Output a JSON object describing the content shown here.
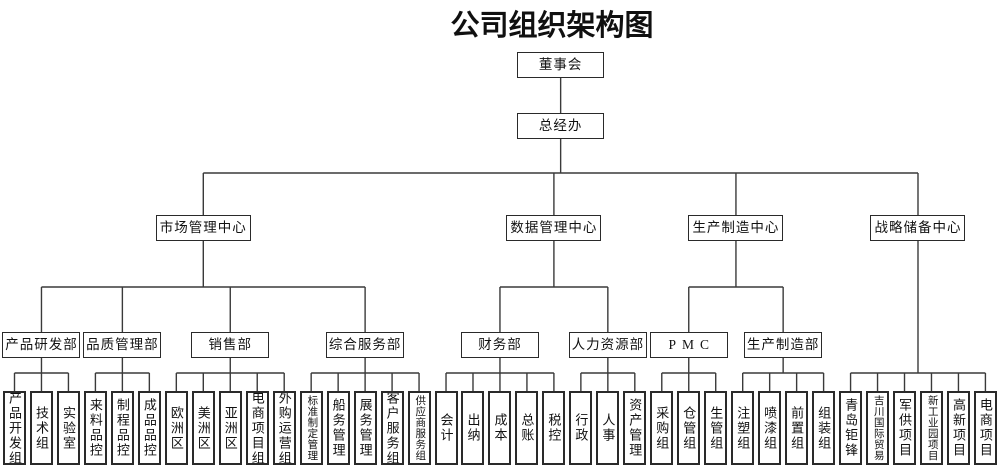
{
  "title": "公司组织架构图",
  "colors": {
    "background": "#ffffff",
    "line": "#3a3a3a",
    "box_border": "#2a2a2a",
    "text": "#111111"
  },
  "tree": {
    "label": "董事会",
    "children": [
      {
        "label": "总经办",
        "children": [
          {
            "label": "市场管理中心",
            "children": [
              {
                "label": "产品研发部",
                "children": [
                  {
                    "label": "产品开发组"
                  },
                  {
                    "label": "技术组"
                  },
                  {
                    "label": "实验室"
                  }
                ]
              },
              {
                "label": "品质管理部",
                "children": [
                  {
                    "label": "来料品控"
                  },
                  {
                    "label": "制程品控"
                  },
                  {
                    "label": "成品品控"
                  }
                ]
              },
              {
                "label": "销售部",
                "children": [
                  {
                    "label": "欧洲区"
                  },
                  {
                    "label": "美洲区"
                  },
                  {
                    "label": "亚洲区"
                  },
                  {
                    "label": "电商项目组"
                  },
                  {
                    "label": "外购运营组"
                  }
                ]
              },
              {
                "label": "综合服务部",
                "children": [
                  {
                    "label": "标准制定管理"
                  },
                  {
                    "label": "船务管理"
                  },
                  {
                    "label": "展务管理"
                  },
                  {
                    "label": "客户服务组"
                  },
                  {
                    "label": "供应商服务组"
                  }
                ]
              }
            ]
          },
          {
            "label": "数据管理中心",
            "children": [
              {
                "label": "财务部",
                "children": [
                  {
                    "label": "会计"
                  },
                  {
                    "label": "出纳"
                  },
                  {
                    "label": "成本"
                  },
                  {
                    "label": "总账"
                  },
                  {
                    "label": "税控"
                  }
                ]
              },
              {
                "label": "人力资源部",
                "children": [
                  {
                    "label": "行政"
                  },
                  {
                    "label": "人事"
                  },
                  {
                    "label": "资产管理"
                  }
                ]
              }
            ]
          },
          {
            "label": "生产制造中心",
            "children": [
              {
                "label": "PMC",
                "children": [
                  {
                    "label": "采购组"
                  },
                  {
                    "label": "仓管组"
                  },
                  {
                    "label": "生管组"
                  }
                ]
              },
              {
                "label": "生产制造部",
                "children": [
                  {
                    "label": "注塑组"
                  },
                  {
                    "label": "喷漆组"
                  },
                  {
                    "label": "前置组"
                  },
                  {
                    "label": "组装组"
                  }
                ]
              }
            ]
          },
          {
            "label": "战略储备中心",
            "children": [
              {
                "label": "青岛钜锋"
              },
              {
                "label": "吉川国际贸易"
              },
              {
                "label": "军供项目"
              },
              {
                "label": "新工业园项目"
              },
              {
                "label": "高新项目"
              },
              {
                "label": "电商项目"
              }
            ]
          }
        ]
      }
    ]
  }
}
